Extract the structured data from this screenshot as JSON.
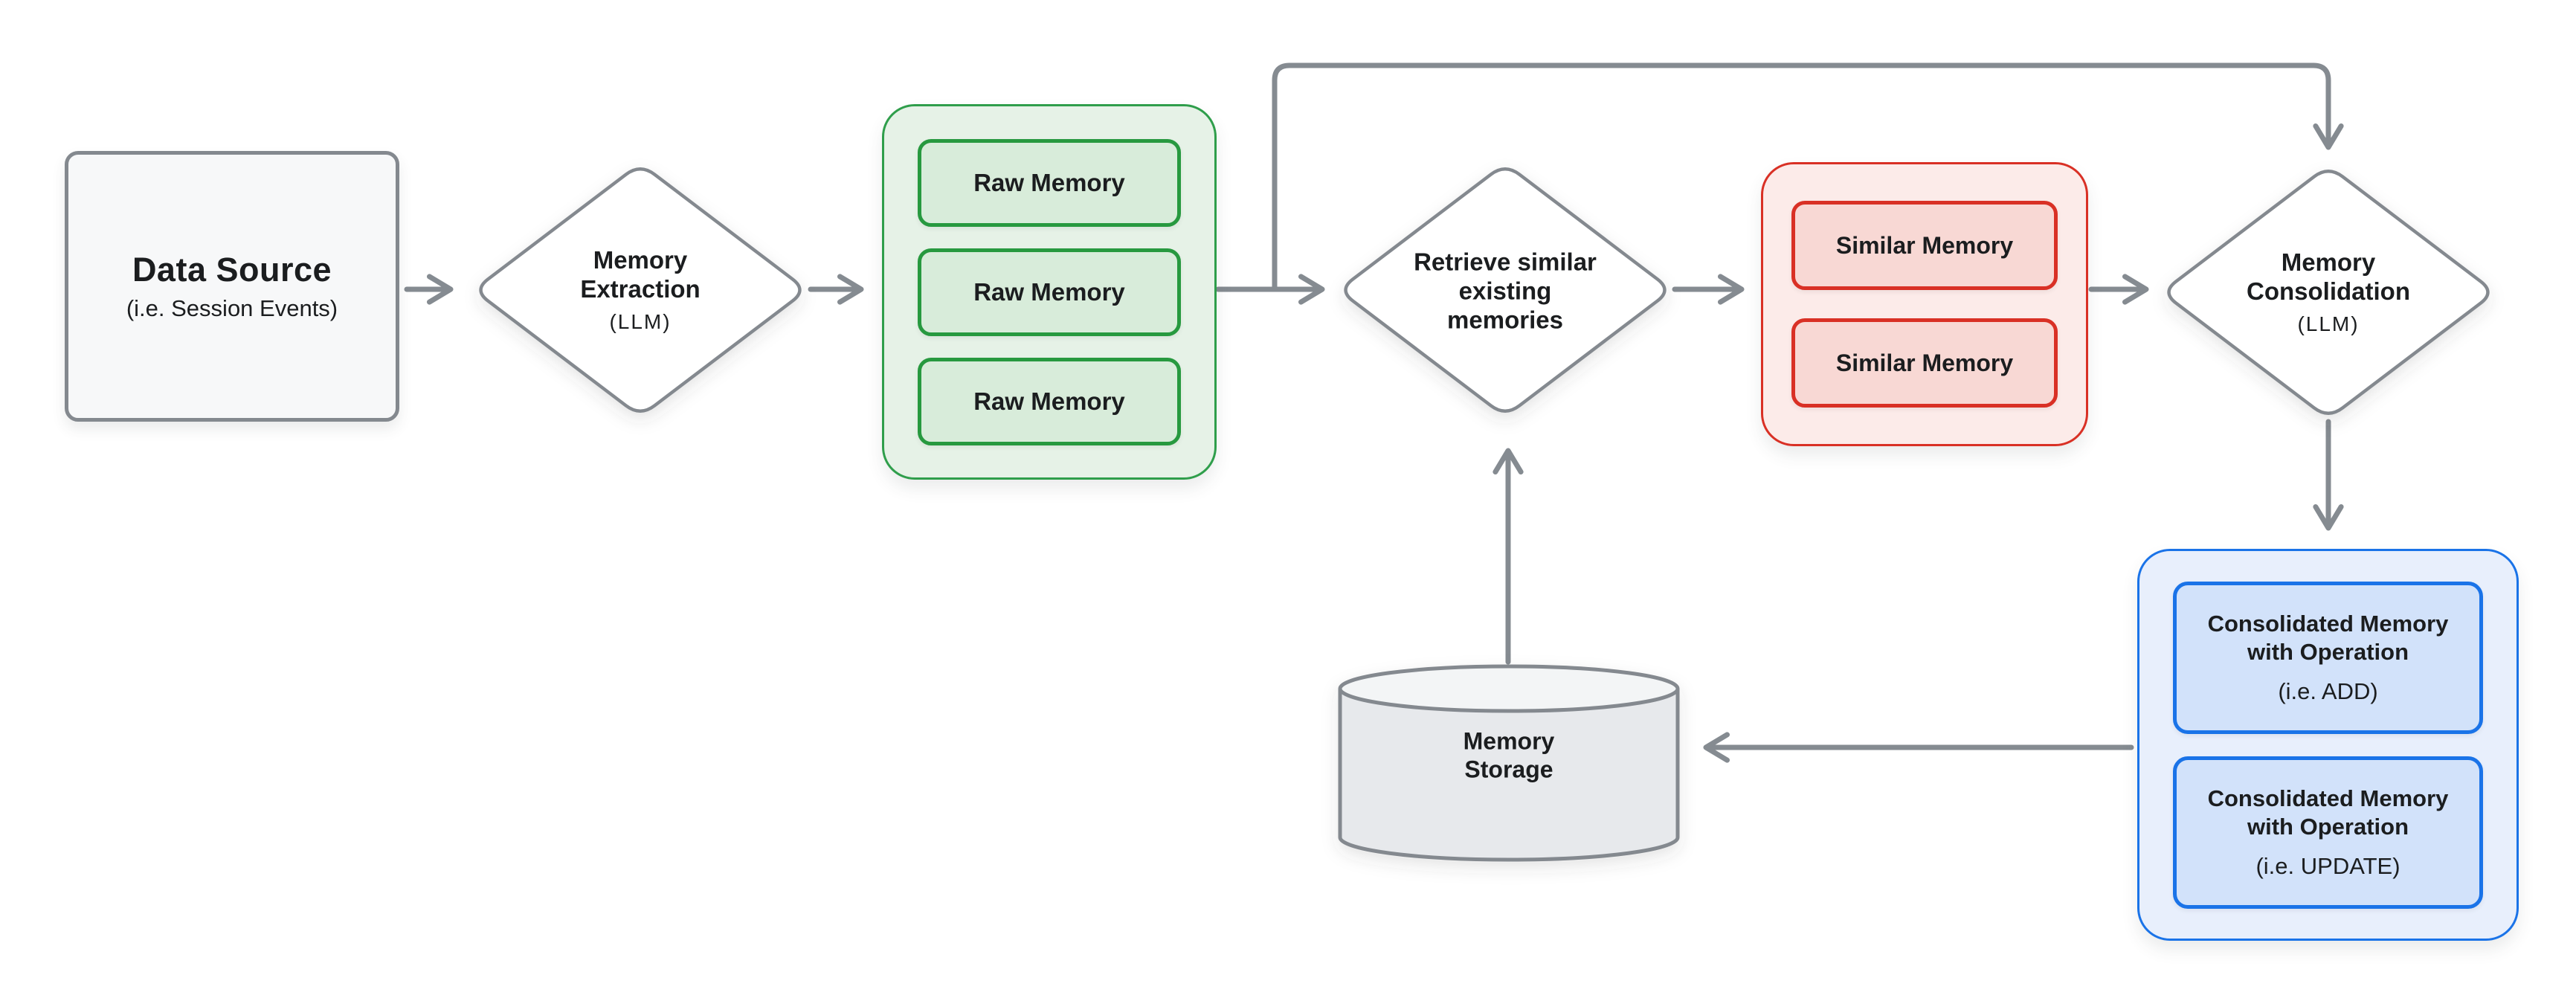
{
  "diagram": {
    "colors": {
      "connector_gray": "#858b91",
      "shape_border_gray": "#84898f",
      "node_fill": "#f7f8f9",
      "diamond_fill": "#ffffff",
      "green_border": "#2f9e4b",
      "green_container_fill": "#e6f2e7",
      "green_chip_fill": "#d8ecda",
      "red_border": "#d93025",
      "red_container_fill": "#fcebe9",
      "red_chip_fill": "#f8d8d4",
      "blue_border": "#1a73e8",
      "blue_container_fill": "#e8effc",
      "blue_chip_fill": "#d2e2fa",
      "storage_body_fill": "#e7e9ec",
      "storage_top_fill": "#f3f5f6",
      "text_color": "#1b1d1f"
    },
    "nodes": {
      "data_source": {
        "title": "Data Source",
        "subtitle": "(i.e. Session Events)"
      },
      "memory_extraction": {
        "title": "Memory\nExtraction",
        "subtitle": "(LLM)"
      },
      "raw_memory_group": {
        "items": [
          "Raw Memory",
          "Raw Memory",
          "Raw Memory"
        ]
      },
      "retrieve_similar": {
        "title": "Retrieve similar\nexisting\nmemories"
      },
      "similar_memory_group": {
        "items": [
          "Similar Memory",
          "Similar Memory"
        ]
      },
      "memory_consolidation": {
        "title": "Memory\nConsolidation",
        "subtitle": "(LLM)"
      },
      "consolidated_group": {
        "items": [
          {
            "title": "Consolidated Memory with Operation",
            "subtitle": "(i.e. ADD)"
          },
          {
            "title": "Consolidated Memory with Operation",
            "subtitle": "(i.e. UPDATE)"
          }
        ]
      },
      "memory_storage": {
        "title": "Memory\nStorage"
      }
    }
  }
}
